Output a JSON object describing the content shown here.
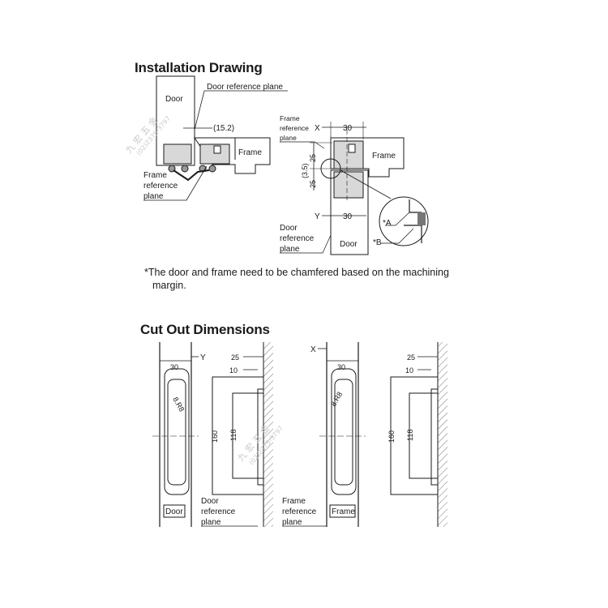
{
  "installation": {
    "title": "Installation Drawing",
    "door": "Door",
    "frame": "Frame",
    "door_ref_plane": "Door reference plane",
    "gap": "(15.2)",
    "frame_ref_plane": [
      "Frame",
      "reference",
      "plane"
    ],
    "frame_ref_plane_small": [
      "Frame",
      "reference",
      "plane"
    ],
    "door_ref_plane_stack": [
      "Door",
      "reference",
      "plane"
    ],
    "x_label": "X",
    "y_label": "Y",
    "dim_30_top": "30",
    "dim_30_bottom": "30",
    "dim_25_a": "25",
    "dim_25_b": "25",
    "dim_3_5": "(3.5)",
    "detail_a": "*A",
    "detail_b": "*B"
  },
  "note": {
    "line1": "*The door and frame need to be chamfered based on the machining",
    "line2": "margin."
  },
  "cutout": {
    "title": "Cut Out Dimensions",
    "y_label": "Y",
    "x_label": "X",
    "d30_left": "30",
    "d30_right": "30",
    "r8_left": "8.R8",
    "r8_right": "8.R8",
    "d25_left": "25",
    "d10_left": "10",
    "d25_right": "25",
    "d10_right": "10",
    "d160_left": "160",
    "d118_left": "118",
    "d160_right": "160",
    "d118_right": "118",
    "door_box": "Door",
    "frame_box": "Frame",
    "door_ref_plane": [
      "Door",
      "reference",
      "plane"
    ],
    "frame_ref_plane": [
      "Frame",
      "reference",
      "plane"
    ]
  },
  "watermark": {
    "brand": "九 宏 五 金",
    "phone": "(02)2375-3797"
  }
}
